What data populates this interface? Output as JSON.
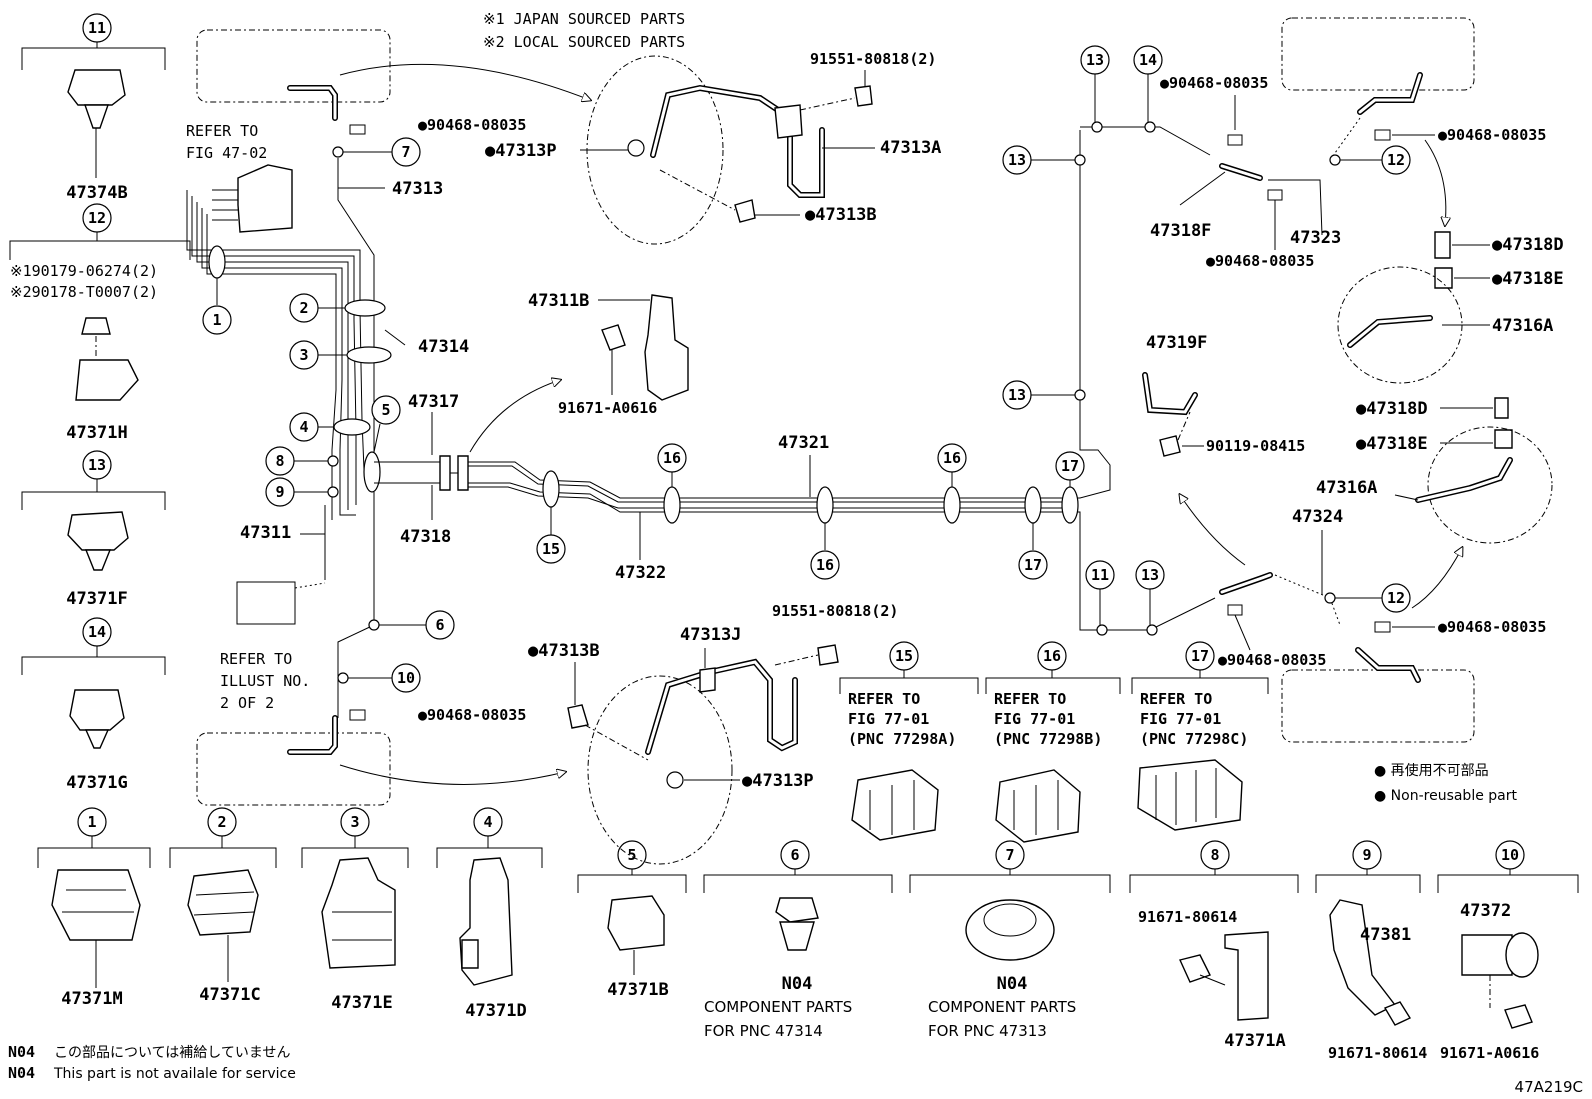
{
  "notes": {
    "japan": "※1 JAPAN SOURCED PARTS",
    "local": "※2 LOCAL SOURCED PARTS",
    "refer_fig_1": "REFER TO",
    "refer_fig_2": "FIG 47-02",
    "refer_illust_1": "REFER TO",
    "refer_illust_2": "ILLUST NO.",
    "refer_illust_3": "2 OF 2",
    "legend_jp": "● 再使用不可部品",
    "legend_en": "● Non-reusable part",
    "n04_jp_code": "N04",
    "n04_jp": "この部品については補給していません",
    "n04_en_code": "N04",
    "n04_en": "This part is not availale for service",
    "fig_id": "47A219C"
  },
  "left_column": {
    "c11": "11",
    "p47374B": "47374B",
    "c12": "12",
    "p12a": "※190179-06274(2)",
    "p12b": "※290178-T0007(2)",
    "p47371H": "47371H",
    "c13": "13",
    "p47371F": "47371F",
    "c14": "14",
    "p47371G": "47371G"
  },
  "bottom_row": {
    "c1": "1",
    "p47371M": "47371M",
    "c2": "2",
    "p47371C": "47371C",
    "c3": "3",
    "p47371E": "47371E",
    "c4": "4",
    "p47371D": "47371D",
    "c5": "5",
    "p47371B": "47371B",
    "c6": "6",
    "n04a": "N04",
    "comp_a1": "COMPONENT PARTS",
    "comp_a2": "FOR PNC 47314",
    "c7": "7",
    "n04b": "N04",
    "comp_b1": "COMPONENT PARTS",
    "comp_b2": "FOR PNC 47313",
    "c8": "8",
    "p91671_80614a": "91671-80614",
    "p47371A": "47371A",
    "c9": "9",
    "p47381": "47381",
    "p91671_80614b": "91671-80614",
    "c10": "10",
    "p47372": "47372",
    "p91671_A0616b": "91671-A0616"
  },
  "clamp_refs": {
    "c15": "15",
    "r15_1": "REFER TO",
    "r15_2": "FIG 77-01",
    "r15_3": "(PNC 77298A)",
    "c16": "16",
    "r16_1": "REFER TO",
    "r16_2": "FIG 77-01",
    "r16_3": "(PNC 77298B)",
    "c17": "17",
    "r17_1": "REFER TO",
    "r17_2": "FIG 77-01",
    "r17_3": "(PNC 77298C)"
  },
  "main": {
    "p90468_top": "●90468-08035",
    "c7": "7",
    "p47313": "47313",
    "c1": "1",
    "c2": "2",
    "c3": "3",
    "p47314": "47314",
    "c4": "4",
    "c5": "5",
    "p47317": "47317",
    "c8": "8",
    "c9": "9",
    "p47318": "47318",
    "p47311": "47311",
    "c15": "15",
    "p47322": "47322",
    "c16a": "16",
    "c16b": "16",
    "c16c": "16",
    "p47321": "47321",
    "c17a": "17",
    "c17b": "17",
    "c6": "6",
    "c10": "10",
    "p90468_bot": "●90468-08035",
    "p47313P_top": "●47313P",
    "p91551_top": "91551-80818(2)",
    "p47313A": "47313A",
    "p47313B_top": "●47313B",
    "p47311B": "47311B",
    "p91671_A0616": "91671-A0616",
    "p47313B_bot": "●47313B",
    "p47313J": "47313J",
    "p91551_bot": "91551-80818(2)",
    "p47313P_bot": "●47313P"
  },
  "right": {
    "c13a": "13",
    "c14": "14",
    "c13b": "13",
    "c13c": "13",
    "p90468_r1": "●90468-08035",
    "p47318F": "47318F",
    "p47323": "47323",
    "p90468_r2": "●90468-08035",
    "p90468_r3": "●90468-08035",
    "c12a": "12",
    "p47318D_a": "●47318D",
    "p47318E_a": "●47318E",
    "p47316A_a": "47316A",
    "p47319F": "47319F",
    "p90119": "90119-08415",
    "p47318D_b": "●47318D",
    "p47318E_b": "●47318E",
    "p47316A_b": "47316A",
    "p47324": "47324",
    "c11": "11",
    "c13d": "13",
    "c12b": "12",
    "p90468_r4": "●90468-08035",
    "p90468_r5": "●90468-08035"
  }
}
